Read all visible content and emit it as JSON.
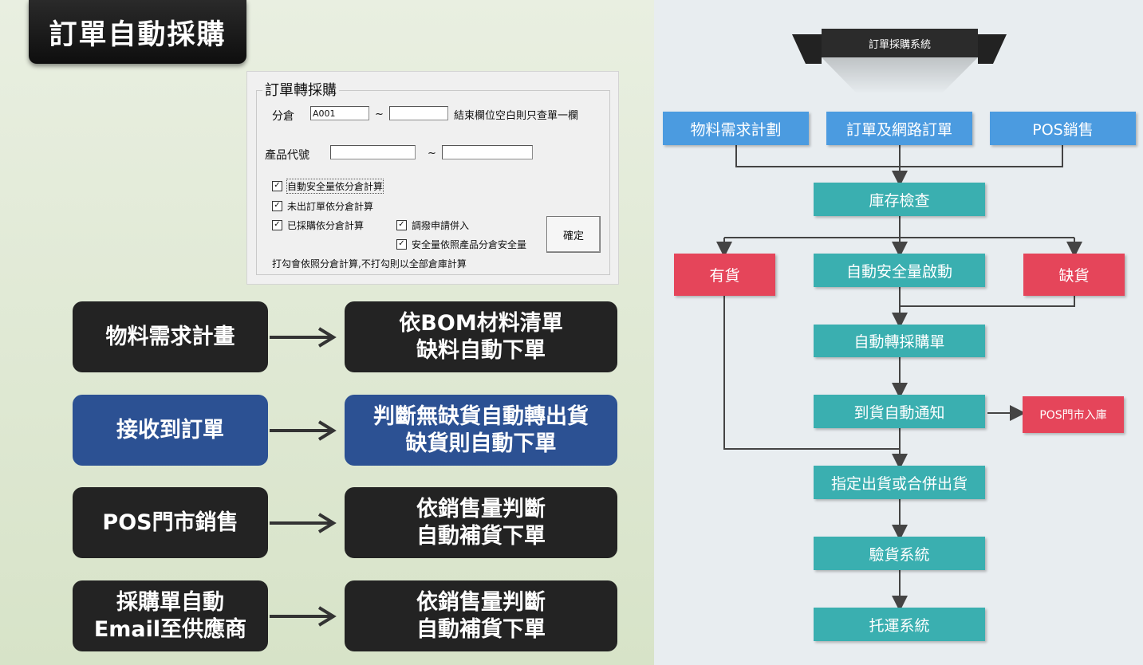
{
  "title": "訂單自動採購",
  "form": {
    "legend": "訂單轉採購",
    "warehouse_label": "分倉",
    "warehouse_from": "A001",
    "warehouse_to": "",
    "tilde": "~",
    "end_note": "結束欄位空白則只查單一欄",
    "product_label": "產品代號",
    "product_from": "",
    "product_to": "",
    "checks": [
      {
        "label": "自動安全量依分倉計算",
        "checked": true
      },
      {
        "label": "未出訂單依分倉計算",
        "checked": true
      },
      {
        "label": "已採購依分倉計算",
        "checked": true
      },
      {
        "label": "調撥申請併入",
        "checked": true
      },
      {
        "label": "安全量依照產品分倉安全量",
        "checked": true
      }
    ],
    "check_mark": "✓",
    "confirm": "確定",
    "footer": "打勾會依照分倉計算,不打勾則以全部倉庫計算"
  },
  "flows": [
    {
      "left": [
        "物料需求計畫"
      ],
      "right": [
        "依BOM材料清單",
        "缺料自動下單"
      ],
      "style": "dark"
    },
    {
      "left": [
        "接收到訂單"
      ],
      "right": [
        "判斷無缺貨自動轉出貨",
        "缺貨則自動下單"
      ],
      "style": "blue"
    },
    {
      "left": [
        "POS門市銷售"
      ],
      "right": [
        "依銷售量判斷",
        "自動補貨下單"
      ],
      "style": "dark"
    },
    {
      "left": [
        "採購單自動",
        "Email至供應商"
      ],
      "right": [
        "依銷售量判斷",
        "自動補貨下單"
      ],
      "style": "dark"
    }
  ],
  "diagram": {
    "banner": "訂單採購系統",
    "sources": [
      "物料需求計劃",
      "訂單及網路訂單",
      "POS銷售"
    ],
    "inventory_check": "庫存檢查",
    "in_stock": "有貨",
    "auto_safety": "自動安全量啟動",
    "out_of_stock": "缺貨",
    "auto_po": "自動轉採購單",
    "arrival_notice": "到貨自動通知",
    "pos_receive": "POS門市入庫",
    "ship": "指定出貨或合併出貨",
    "inspection": "驗貨系統",
    "logistics": "托運系統"
  },
  "colors": {
    "source_blue": "#4b9be0",
    "teal": "#3aafb0",
    "red": "#e5455a",
    "dark_box": "#232323",
    "blue_box": "#2c5193"
  }
}
